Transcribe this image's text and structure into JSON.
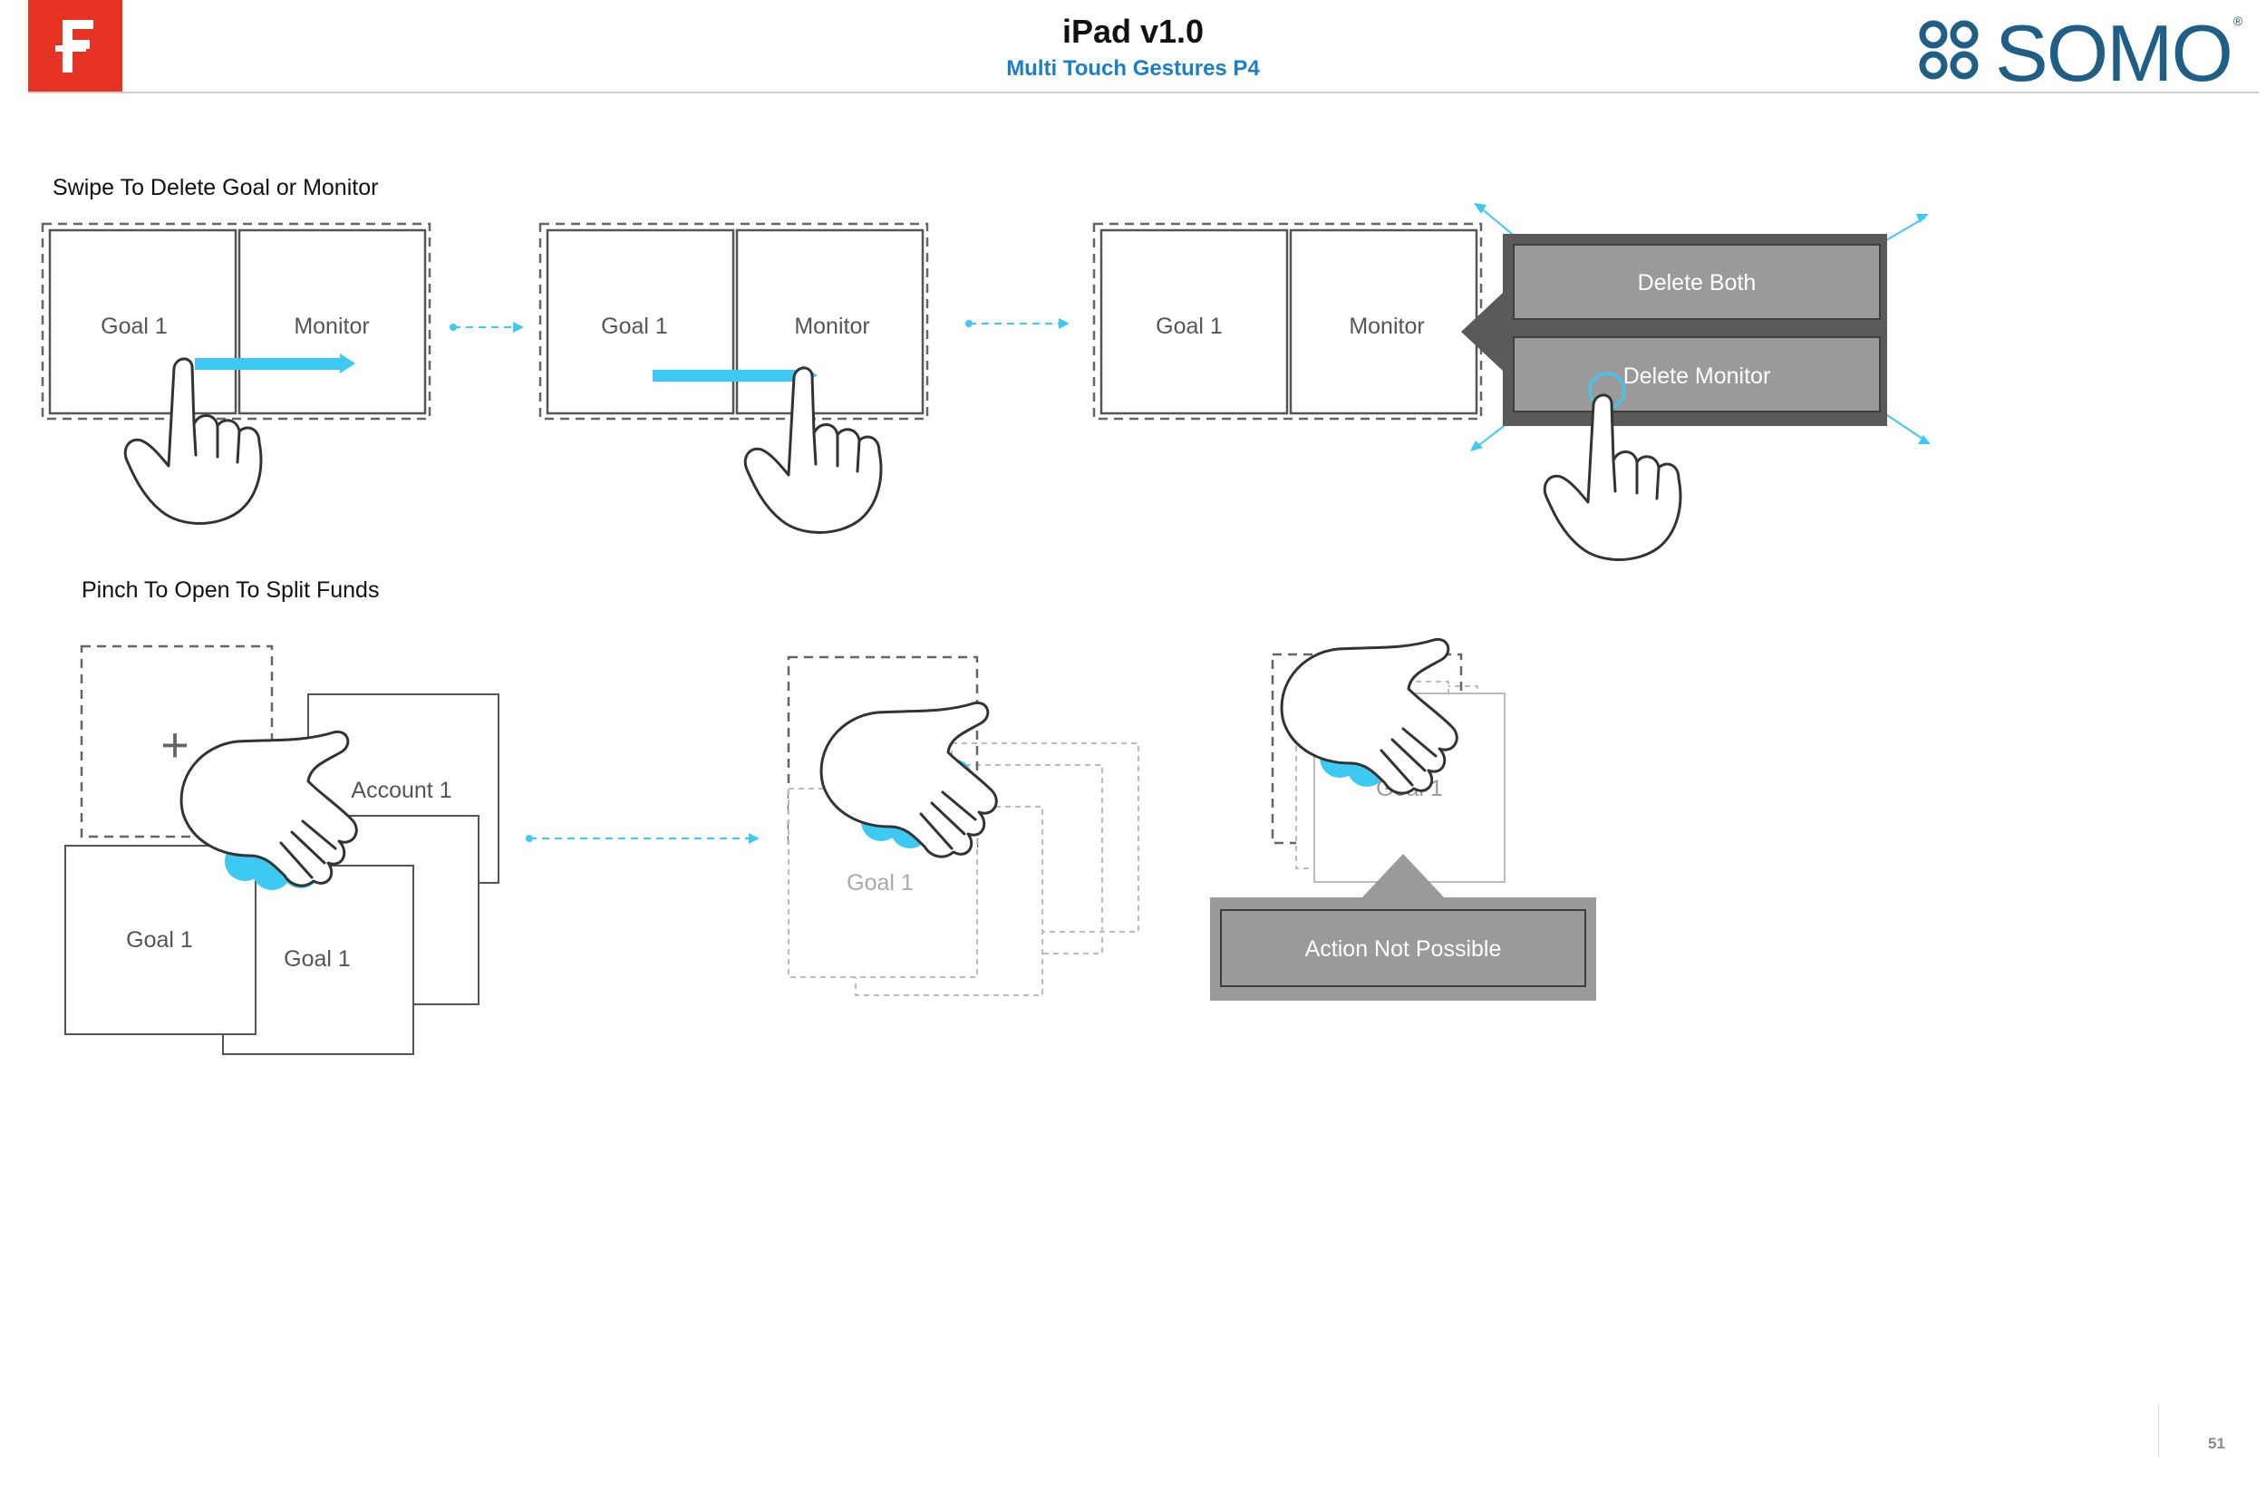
{
  "header": {
    "title": "iPad v1.0",
    "subtitle": "Multi Touch Gestures P4",
    "brand": "SOMO",
    "brand_mark": "®",
    "logo_icon": "f-logo-icon",
    "brand_icon": "clover-knot-icon"
  },
  "colors": {
    "accent_red": "#e63323",
    "subtitle_blue": "#1b7ec8",
    "brand_blue": "#1f5f86",
    "gesture_cyan": "#3ec9f2",
    "menu_gray": "#9a9a9a",
    "menu_dark": "#5a5a5a",
    "tile_border": "#555555"
  },
  "swipe": {
    "label": "Swipe To Delete Goal or Monitor",
    "goal_label": "Goal 1",
    "monitor_label": "Monitor",
    "menu": {
      "delete_both": "Delete Both",
      "delete_monitor": "Delete Monitor"
    }
  },
  "pinch": {
    "label": "Pinch To Open To Split Funds",
    "plus": "+",
    "account_label": "Account 1",
    "goal_label": "Goal 1",
    "alert": "Action Not Possible"
  },
  "footer": {
    "page_number": "51"
  }
}
